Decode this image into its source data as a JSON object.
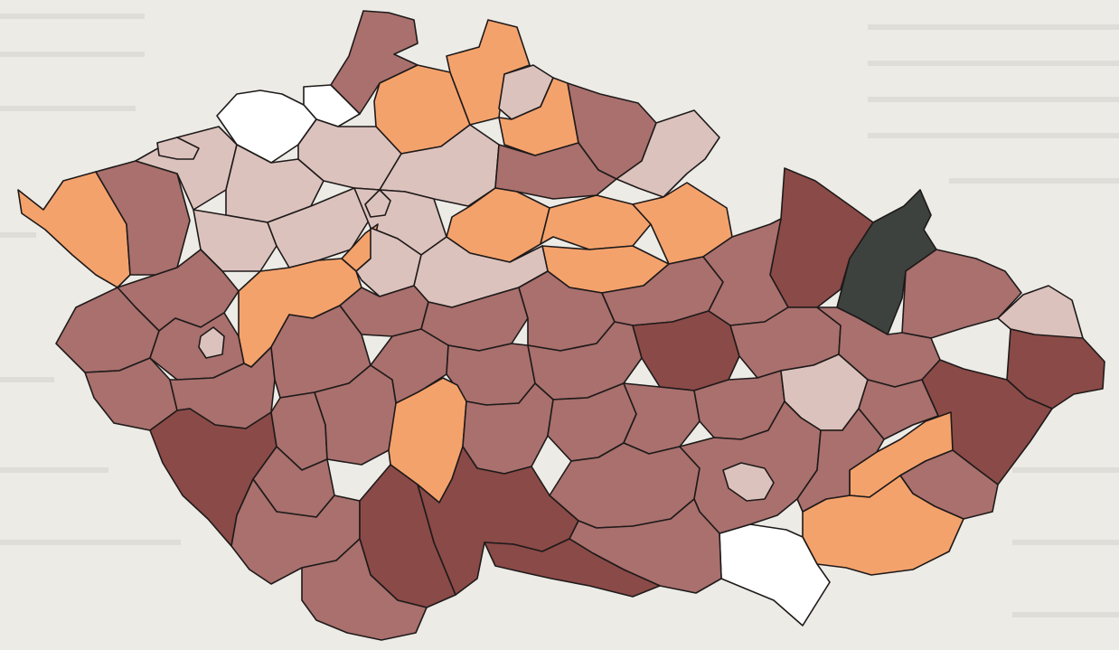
{
  "palette": {
    "background": "#ecebe6",
    "white": "#ffffff",
    "light_pink": "#dcc2bd",
    "orange": "#f4a26c",
    "mauve": "#a9706d",
    "dark_brown": "#8a4a47",
    "dark_gray": "#3e423e",
    "border": "#1e1a1a"
  },
  "districts": [
    {
      "id": "a",
      "category": "mauve"
    },
    {
      "id": "b",
      "category": "white"
    },
    {
      "id": "c",
      "category": "white"
    },
    {
      "id": "d",
      "category": "orange"
    },
    {
      "id": "e",
      "category": "orange"
    },
    {
      "id": "f",
      "category": "light_pink"
    },
    {
      "id": "g",
      "category": "orange"
    },
    {
      "id": "h",
      "category": "mauve"
    },
    {
      "id": "i",
      "category": "light_pink"
    },
    {
      "id": "j",
      "category": "orange"
    },
    {
      "id": "k",
      "category": "mauve"
    },
    {
      "id": "l",
      "category": "light_pink"
    },
    {
      "id": "m",
      "category": "light_pink"
    },
    {
      "id": "n",
      "category": "light_pink"
    },
    {
      "id": "o",
      "category": "light_pink"
    },
    {
      "id": "p",
      "category": "mauve"
    },
    {
      "id": "q",
      "category": "orange"
    },
    {
      "id": "r",
      "category": "orange"
    },
    {
      "id": "s",
      "category": "orange"
    },
    {
      "id": "t",
      "category": "light_pink"
    },
    {
      "id": "u",
      "category": "light_pink"
    },
    {
      "id": "v",
      "category": "light_pink"
    },
    {
      "id": "w",
      "category": "orange"
    },
    {
      "id": "x",
      "category": "orange"
    },
    {
      "id": "y",
      "category": "light_pink"
    },
    {
      "id": "z",
      "category": "light_pink"
    },
    {
      "id": "aa",
      "category": "dark_brown"
    },
    {
      "id": "ab",
      "category": "dark_gray"
    },
    {
      "id": "ac",
      "category": "mauve"
    },
    {
      "id": "ad",
      "category": "light_pink"
    },
    {
      "id": "ae",
      "category": "dark_brown"
    },
    {
      "id": "af",
      "category": "mauve"
    },
    {
      "id": "ag",
      "category": "mauve"
    },
    {
      "id": "ah",
      "category": "mauve"
    },
    {
      "id": "ai",
      "category": "mauve"
    },
    {
      "id": "aj",
      "category": "orange"
    },
    {
      "id": "ak",
      "category": "light_pink"
    },
    {
      "id": "al",
      "category": "mauve"
    },
    {
      "id": "am",
      "category": "mauve"
    },
    {
      "id": "an",
      "category": "mauve"
    },
    {
      "id": "ao",
      "category": "mauve"
    },
    {
      "id": "ap",
      "category": "mauve"
    },
    {
      "id": "aq",
      "category": "mauve"
    },
    {
      "id": "ar",
      "category": "mauve"
    },
    {
      "id": "as",
      "category": "dark_brown"
    },
    {
      "id": "at",
      "category": "mauve"
    },
    {
      "id": "au",
      "category": "mauve"
    },
    {
      "id": "av",
      "category": "mauve"
    },
    {
      "id": "aw",
      "category": "mauve"
    },
    {
      "id": "ax",
      "category": "mauve"
    },
    {
      "id": "ay",
      "category": "mauve"
    },
    {
      "id": "az",
      "category": "dark_brown"
    },
    {
      "id": "ba",
      "category": "mauve"
    },
    {
      "id": "bb",
      "category": "mauve"
    },
    {
      "id": "bc",
      "category": "orange"
    },
    {
      "id": "bd",
      "category": "mauve"
    },
    {
      "id": "be",
      "category": "mauve"
    },
    {
      "id": "bf",
      "category": "mauve"
    },
    {
      "id": "bg",
      "category": "mauve"
    },
    {
      "id": "bh",
      "category": "dark_brown"
    },
    {
      "id": "bi",
      "category": "light_pink"
    },
    {
      "id": "bj",
      "category": "mauve"
    },
    {
      "id": "bk",
      "category": "mauve"
    },
    {
      "id": "bl",
      "category": "dark_brown"
    },
    {
      "id": "bm",
      "category": "orange"
    },
    {
      "id": "bn",
      "category": "mauve"
    },
    {
      "id": "bo",
      "category": "orange"
    },
    {
      "id": "bp",
      "category": "white"
    },
    {
      "id": "bq",
      "category": "mauve"
    },
    {
      "id": "br",
      "category": "mauve"
    },
    {
      "id": "bs",
      "category": "mauve"
    },
    {
      "id": "bt",
      "category": "mauve"
    },
    {
      "id": "bu",
      "category": "dark_brown"
    },
    {
      "id": "bv",
      "category": "light_pink"
    },
    {
      "id": "bw",
      "category": "light_pink"
    },
    {
      "id": "bx",
      "category": "light_pink"
    },
    {
      "id": "by",
      "category": "dark_brown"
    },
    {
      "id": "bz",
      "category": "mauve"
    }
  ]
}
